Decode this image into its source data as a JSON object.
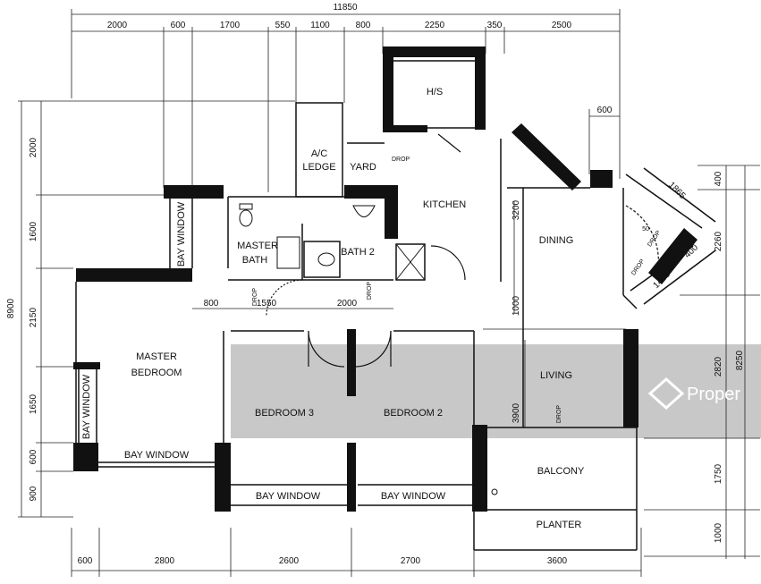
{
  "dimensions": {
    "top_total": "11850",
    "top": [
      "2000",
      "600",
      "1700",
      "550",
      "1100",
      "800",
      "2250",
      "350",
      "2500"
    ],
    "top_inner": "600",
    "bottom": [
      "600",
      "2800",
      "2600",
      "2700",
      "3600"
    ],
    "left_total": "8900",
    "left": [
      "2000",
      "1600",
      "2150",
      "1650",
      "600",
      "900"
    ],
    "right_total": "8250",
    "right": [
      "400",
      "2260",
      "2820",
      "1750",
      "1000"
    ],
    "interior": [
      "800",
      "1550",
      "2000",
      "3200",
      "1000",
      "3900",
      "1865",
      "1495",
      "400",
      "50"
    ]
  },
  "rooms": {
    "hs": "H/S",
    "ac_ledge_1": "A/C",
    "ac_ledge_2": "LEDGE",
    "yard": "YARD",
    "kitchen": "KITCHEN",
    "dining": "DINING",
    "master_bath_1": "MASTER",
    "master_bath_2": "BATH",
    "bath2": "BATH 2",
    "master_bedroom_1": "MASTER",
    "master_bedroom_2": "BEDROOM",
    "bedroom3": "BEDROOM 3",
    "bedroom2": "BEDROOM 2",
    "living": "LIVING",
    "balcony": "BALCONY",
    "planter": "PLANTER",
    "bay_window": "BAY WINDOW",
    "drop": "DROP",
    "db": "DB"
  },
  "watermark": "Proper",
  "colors": {
    "wall": "#111111",
    "highlight": "#c8c8c8",
    "watermark": "#ffffff"
  }
}
